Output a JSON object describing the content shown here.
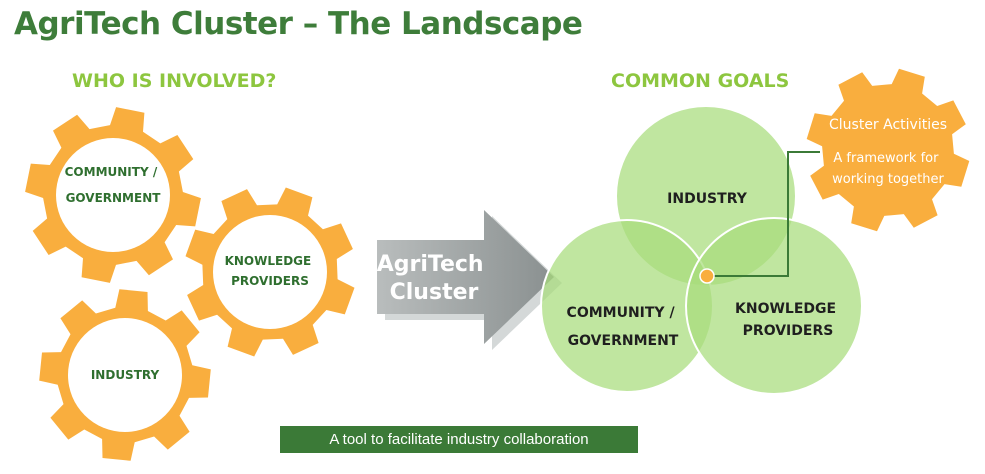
{
  "title": "AgriTech Cluster – The Landscape",
  "who_heading": "WHO IS INVOLVED?",
  "goals_heading": "COMMON GOALS",
  "gears": [
    {
      "lines": [
        "COMMUNITY /",
        "GOVERNMENT"
      ]
    },
    {
      "lines": [
        "KNOWLEDGE",
        "PROVIDERS"
      ]
    },
    {
      "lines": [
        "INDUSTRY"
      ]
    }
  ],
  "arrow_label": [
    "AgriTech",
    "Cluster"
  ],
  "venn": {
    "industry": [
      "INDUSTRY"
    ],
    "community": [
      "COMMUNITY /",
      "GOVERNMENT"
    ],
    "knowledge": [
      "KNOWLEDGE",
      "PROVIDERS"
    ]
  },
  "activities_gear": {
    "title": "Cluster Activities",
    "lines": [
      "A framework for",
      "working together"
    ]
  },
  "footer": "A tool to facilitate industry collaboration",
  "colors": {
    "title_green": "#3e7d3a",
    "heading_green": "#8dc63f",
    "gear_orange": "#f9ae3e",
    "gear_text": "#2f6f2f",
    "venn_green": "#a8dc7c",
    "arrow_gray": "#8c9292",
    "footer_green": "#3b7a37"
  }
}
